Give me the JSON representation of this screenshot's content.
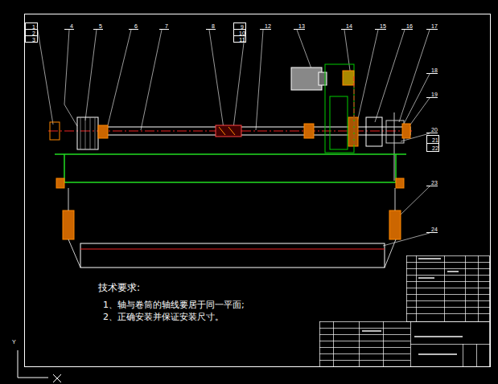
{
  "diagram": {
    "labels": [
      "1",
      "2",
      "3",
      "4",
      "5",
      "6",
      "7",
      "8",
      "9",
      "10",
      "11",
      "12",
      "13",
      "14",
      "15",
      "16",
      "17",
      "18",
      "19",
      "20",
      "21",
      "22",
      "23",
      "24",
      "技术要求:",
      "1、轴与卷筒的轴线要居于同一平面;",
      "2、正确安装并保证安装尺寸。",
      "Y"
    ]
  }
}
